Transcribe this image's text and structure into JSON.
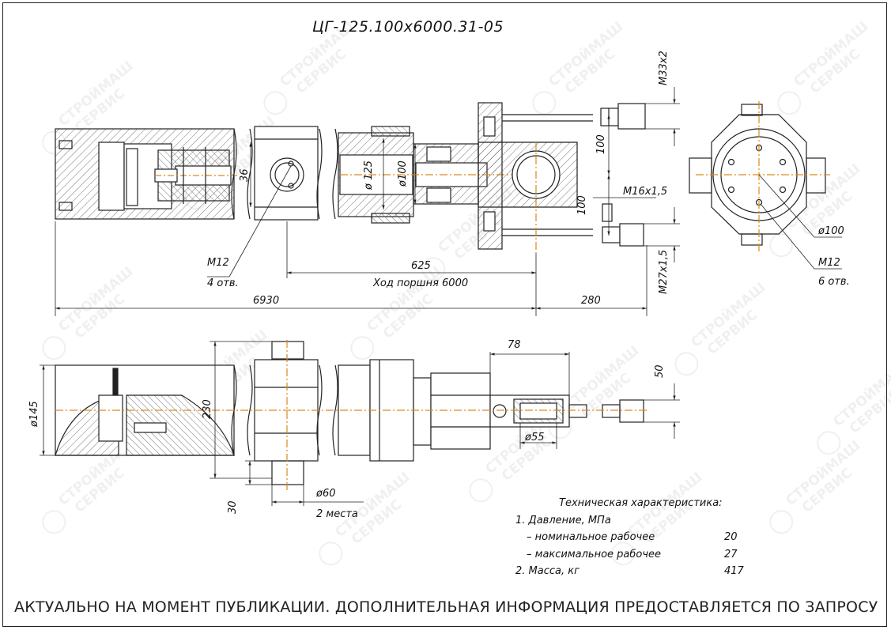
{
  "drawing": {
    "title": "ЦГ-125.100х6000.31-05",
    "notice": "АКТУАЛЬНО НА МОМЕНТ ПУБЛИКАЦИИ. ДОПОЛНИТЕЛЬНАЯ ИНФОРМАЦИЯ ПРЕДОСТАВЛЯЕТСЯ ПО ЗАПРОСУ",
    "watermark_line1": "СТРОЙМАШ",
    "watermark_line2": "СЕРВИС"
  },
  "dimensions": {
    "thread_top": "M33x2",
    "d125": "ø 125",
    "d100_rod": "ø100",
    "d36": "36",
    "m16": "M16x1,5",
    "port_100_top": "100",
    "port_100_bottom": "100",
    "m12_left": "M12",
    "m12_left_qty": "4 отв.",
    "len_625": "625",
    "stroke": "Ход поршня 6000",
    "len_6930": "6930",
    "len_280": "280",
    "m27": "M27x1,5",
    "flange_d100": "ø100",
    "m12_right": "M12",
    "m12_right_qty": "6 отв.",
    "d145": "ø145",
    "h230": "230",
    "len_78": "78",
    "d55": "ø55",
    "h50": "50",
    "h30": "30",
    "d60": "ø60",
    "places": "2 места"
  },
  "specs": {
    "heading": "Техническая характеристика:",
    "pressure_label": "1. Давление, МПа",
    "nominal_label": "– номинальное рабочее",
    "nominal_value": "20",
    "max_label": "– максимальное рабочее",
    "max_value": "27",
    "mass_label": "2. Масса, кг",
    "mass_value": "417"
  },
  "colors": {
    "line": "#222222",
    "centerline": "#d98a1e",
    "watermark": "#e4e4e4",
    "hatch": "#555555"
  }
}
